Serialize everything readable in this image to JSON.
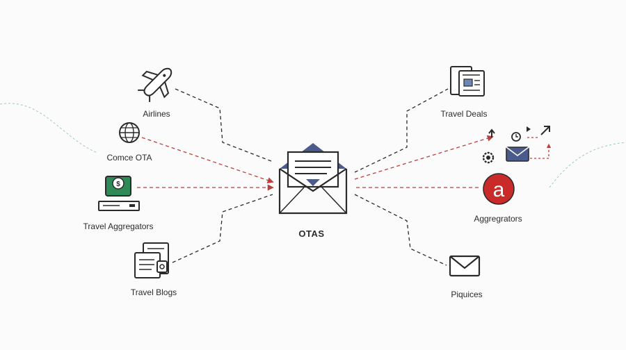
{
  "center": {
    "label": "OTAS",
    "icon": "envelope-open-icon"
  },
  "sources": [
    {
      "label": "Airlines",
      "icon": "airplane-icon"
    },
    {
      "label": "Comce OTA",
      "icon": "globe-icon"
    },
    {
      "label": "Travel Aggregators",
      "icon": "money-sign-icon"
    },
    {
      "label": "Travel Blogs",
      "icon": "blog-document-icon"
    }
  ],
  "outputs": [
    {
      "label": "Travel Deals",
      "icon": "newspaper-icon"
    },
    {
      "label": "",
      "icon": "workflow-icons"
    },
    {
      "label": "Aggregrators",
      "icon": "aggregator-a-icon",
      "badge": "a"
    },
    {
      "label": "Piquices",
      "icon": "envelope-icon"
    }
  ],
  "colors": {
    "line_dark": "#2a2a2a",
    "line_red": "#b7413c",
    "envelope_blue": "#4a5b8c",
    "green": "#2e8b57",
    "badge_red": "#c92a2a",
    "decor_teal": "#9cc8c0"
  }
}
